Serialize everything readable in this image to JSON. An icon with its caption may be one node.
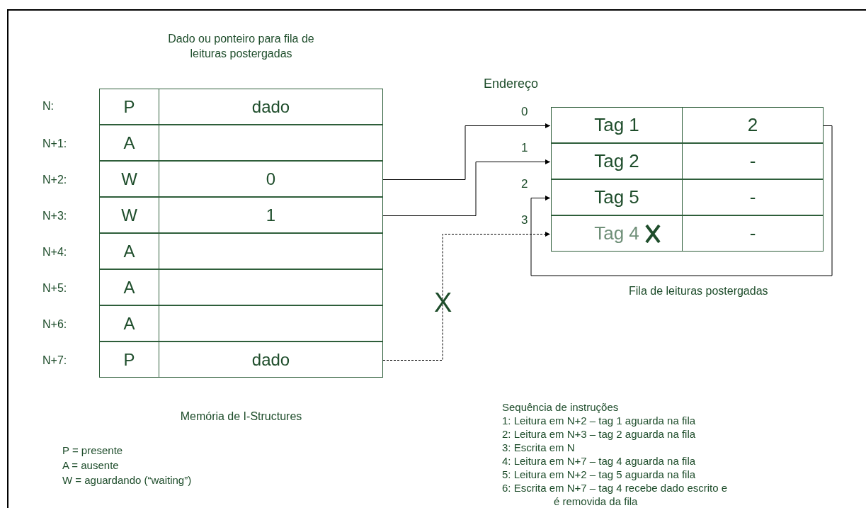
{
  "diagram": {
    "nodes": [
      {
        "text": [
          "Dado ou ponteiro para fila de leituras postergadas",
          "Memória de I-Structures"
        ]
      },
      {
        "text": [
          "P",
          "dado"
        ],
        "in": 0
      },
      {
        "text": [
          "A"
        ],
        "in": 0,
        "beside": [
          "N+1:"
        ]
      },
      {
        "text": [
          "W",
          "0"
        ],
        "in": 0,
        "beside": [
          "N+2:"
        ]
      },
      {
        "text": [
          "W",
          "1"
        ],
        "in": 0,
        "beside": [
          "N+3:"
        ]
      },
      {
        "text": [
          "A"
        ],
        "in": 0,
        "beside": [
          "N+4:"
        ]
      },
      {
        "text": [
          "A"
        ],
        "in": 0,
        "beside": [
          "N+5:"
        ]
      },
      {
        "text": [
          "A"
        ],
        "in": 0,
        "beside": [
          "N+6:"
        ]
      },
      {
        "text": [
          "P",
          "dado"
        ],
        "in": 0,
        "beside": [
          "N+7:"
        ]
      },
      {
        "text": [
          "Endereço",
          "Fila de leituras postergadas"
        ]
      },
      {
        "text": [
          "Tag 1",
          "2"
        ],
        "in": 9,
        "beside": [
          "0"
        ]
      },
      {
        "text": [
          "Tag 2",
          "-"
        ],
        "in": 9,
        "beside": [
          "1"
        ]
      },
      {
        "text": [
          "Tag 5",
          "-"
        ],
        "in": 9,
        "beside": [
          "2"
        ]
      },
      {
        "text": [
          "Tag 4",
          "-"
        ],
        "in": 9,
        "beside": [
          "3"
        ]
      }
    ],
    "edges": [
      {
        "from": 3,
        "to": 10,
        "arrow": "to"
      },
      {
        "from": 4,
        "to": 11,
        "arrow": "to"
      },
      {
        "from": 10,
        "to": 12,
        "arrow": "to"
      },
      {
        "from": 8,
        "to": 13,
        "arrow": "to",
        "style": "dashed"
      }
    ],
    "labels": [
      "N:",
      "X",
      "Sequência de instruções",
      "1: Leitura em N+2 – tag 1 aguarda na fila",
      "2: Leitura em N+3 – tag 2 aguarda na fila",
      "3: Escrita em N",
      "4: Leitura em N+7 – tag 4 aguarda na fila",
      "5: Leitura em N+2 – tag 5 aguarda na fila",
      "6: Escrita em N+7 – tag 4 recebe dado escrito e é removida da fila",
      "P = presente",
      "A = ausente",
      "W = aguardando (“waiting”)"
    ]
  }
}
